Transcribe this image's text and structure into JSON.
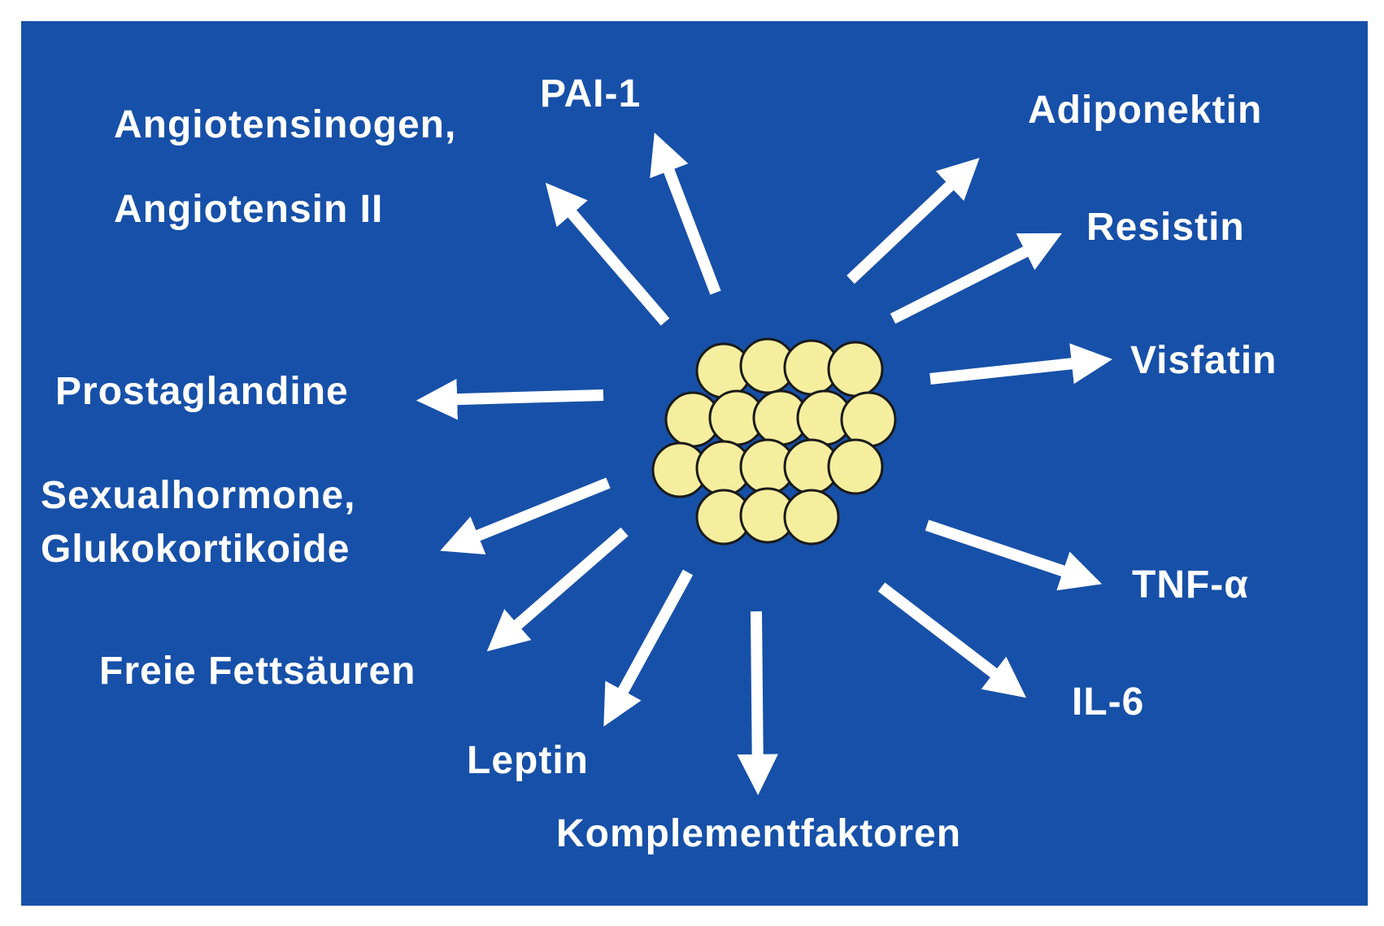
{
  "labels": {
    "pai1": "PAI-1",
    "angiotensinogen": "Angiotensinogen,",
    "angiotensin2": "Angiotensin II",
    "adiponektin": "Adiponektin",
    "resistin": "Resistin",
    "visfatin": "Visfatin",
    "prostaglandine": "Prostaglandine",
    "sexualhormone": "Sexualhormone,",
    "glukokortikoide": "Glukokortikoide",
    "freie_fettsaeuren": "Freie Fettsäuren",
    "leptin": "Leptin",
    "komplementfaktoren": "Komplementfaktoren",
    "il6": "IL-6",
    "tnf": "TNF-α"
  },
  "colors": {
    "background": "#1750a8",
    "arrow": "#ffffff",
    "cell_fill": "#f5ee9e",
    "cell_stroke": "#1a1a1a"
  }
}
